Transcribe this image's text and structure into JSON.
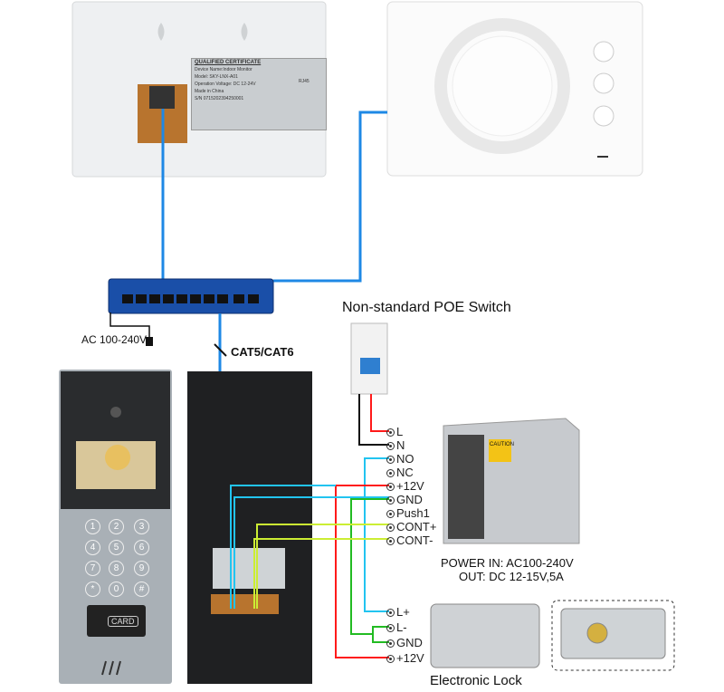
{
  "indoor_monitor_back": {
    "certificate": {
      "title": "QUALIFIED CERTIFICATE",
      "device_name": "Device Name:Indoor Monitor",
      "model": "Model: SKY-LNX-A01",
      "voltage": "Operation Voltage: DC 12-24V",
      "origin": "Made in China",
      "serial": "S/N 0715202394250001",
      "port": "RJ45"
    }
  },
  "switch": {
    "title": "Non-standard POE Switch",
    "ac_label": "AC 100-240V",
    "cable_label": "CAT5/CAT6"
  },
  "terminals_top": [
    "L",
    "N",
    "NO",
    "NC",
    "+12V",
    "GND",
    "Push1",
    "CONT+",
    "CONT-"
  ],
  "terminals_lock": [
    "L+",
    "L-",
    "GND",
    "+12V"
  ],
  "power_supply": {
    "line1": "POWER  IN: AC100-240V",
    "line2": "OUT: DC 12-15V,5A",
    "badge": "CAUTION"
  },
  "lock": {
    "label": "Electronic Lock"
  },
  "outdoor_panel": {
    "keys": [
      "1",
      "2",
      "3",
      "4",
      "5",
      "6",
      "7",
      "8",
      "9",
      "*",
      "0",
      "#"
    ],
    "card_label": "CARD"
  },
  "colors": {
    "cable": "#1e88e5",
    "cyan": "#22c4f0",
    "red": "#ff1a1a",
    "green": "#22bb22",
    "yellow": "#ccee33",
    "black": "#111111"
  }
}
